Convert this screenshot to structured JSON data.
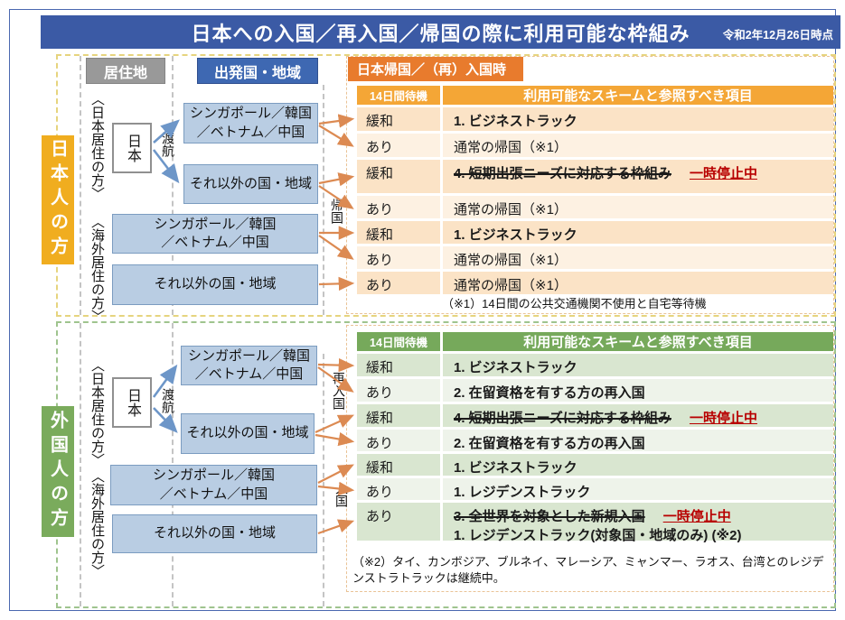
{
  "title": {
    "text": "日本への入国／再入国／帰国の際に利用可能な枠組み",
    "date": "令和2年12月26日時点"
  },
  "column_headers": {
    "residence": "居住地",
    "departure": "出発国・地域"
  },
  "colors": {
    "title_bar": "#3b5aa5",
    "orange_tab": "#e87b2d",
    "orange_header": "#f4a636",
    "green_header": "#76a95b",
    "japanese_side": "#f0ad1f",
    "foreigner_side": "#7aab5c",
    "country_box": "#b9cde3",
    "suspended_red": "#b80000"
  },
  "sections": {
    "japanese": {
      "side_label": "日本人の方",
      "tab_label": "日本帰国／（再）入国時",
      "resident_group": "〈日本居住の方〉",
      "overseas_group": "〈海外居住の方〉",
      "japan_box": "日本",
      "travel_label": "渡航",
      "flow_label": "帰国",
      "country_boxes": [
        "シンガポール／韓国\n／ベトナム／中国",
        "それ以外の国・地域",
        "シンガポール／韓国\n／ベトナム／中国",
        "それ以外の国・地域"
      ],
      "table": {
        "header": {
          "wait": "14日間待機",
          "scheme": "利用可能なスキームと参照すべき項目"
        },
        "rows": [
          {
            "wait": "緩和",
            "lines": [
              [
                {
                  "t": "1. ビジネストラック",
                  "s": "bold"
                }
              ]
            ]
          },
          {
            "wait": "あり",
            "lines": [
              [
                {
                  "t": "通常の帰国（※1）",
                  "s": "plain"
                }
              ]
            ]
          },
          {
            "wait": "緩和",
            "lines": [
              [
                {
                  "t": "4. 短期出張ニーズに対応する枠組み",
                  "s": "struck"
                },
                {
                  "t": "一時停止中",
                  "s": "status"
                }
              ]
            ]
          },
          {
            "wait": "あり",
            "lines": [
              [
                {
                  "t": "通常の帰国（※1）",
                  "s": "plain"
                }
              ]
            ]
          },
          {
            "wait": "緩和",
            "lines": [
              [
                {
                  "t": "1. ビジネストラック",
                  "s": "bold"
                }
              ]
            ]
          },
          {
            "wait": "あり",
            "lines": [
              [
                {
                  "t": "通常の帰国（※1）",
                  "s": "plain"
                }
              ]
            ]
          },
          {
            "wait": "あり",
            "lines": [
              [
                {
                  "t": "通常の帰国（※1）",
                  "s": "plain"
                }
              ]
            ]
          }
        ],
        "footnote": "（※1）14日間の公共交通機関不使用と自宅等待機"
      }
    },
    "foreigner": {
      "side_label": "外国人の方",
      "resident_group": "〈日本居住の方〉",
      "overseas_group": "〈海外居住の方〉",
      "japan_box": "日本",
      "travel_label": "渡航",
      "reentry_label": "再入国",
      "entry_label": "入国",
      "country_boxes": [
        "シンガポール／韓国\n／ベトナム／中国",
        "それ以外の国・地域",
        "シンガポール／韓国\n／ベトナム／中国",
        "それ以外の国・地域"
      ],
      "table": {
        "header": {
          "wait": "14日間待機",
          "scheme": "利用可能なスキームと参照すべき項目"
        },
        "rows": [
          {
            "wait": "緩和",
            "lines": [
              [
                {
                  "t": "1. ビジネストラック",
                  "s": "bold"
                }
              ]
            ]
          },
          {
            "wait": "あり",
            "lines": [
              [
                {
                  "t": "2. 在留資格を有する方の再入国",
                  "s": "bold"
                }
              ]
            ]
          },
          {
            "wait": "緩和",
            "lines": [
              [
                {
                  "t": "4. 短期出張ニーズに対応する枠組み",
                  "s": "struck"
                },
                {
                  "t": "一時停止中",
                  "s": "status"
                }
              ]
            ]
          },
          {
            "wait": "あり",
            "lines": [
              [
                {
                  "t": "2. 在留資格を有する方の再入国",
                  "s": "bold"
                }
              ]
            ]
          },
          {
            "wait": "緩和",
            "lines": [
              [
                {
                  "t": "1. ビジネストラック",
                  "s": "bold"
                }
              ]
            ]
          },
          {
            "wait": "あり",
            "lines": [
              [
                {
                  "t": "1. レジデンストラック",
                  "s": "bold"
                }
              ]
            ]
          },
          {
            "wait": "あり",
            "lines": [
              [
                {
                  "t": "3. 全世界を対象とした新規入国",
                  "s": "struck"
                },
                {
                  "t": "一時停止中",
                  "s": "status"
                }
              ],
              [
                {
                  "t": "1. レジデンストラック(対象国・地域のみ) (※2)",
                  "s": "bold"
                }
              ]
            ]
          }
        ],
        "footnote": "（※2）タイ、カンボジア、ブルネイ、マレーシア、ミャンマー、ラオス、台湾とのレジデンストラトラックは継続中。"
      }
    }
  }
}
